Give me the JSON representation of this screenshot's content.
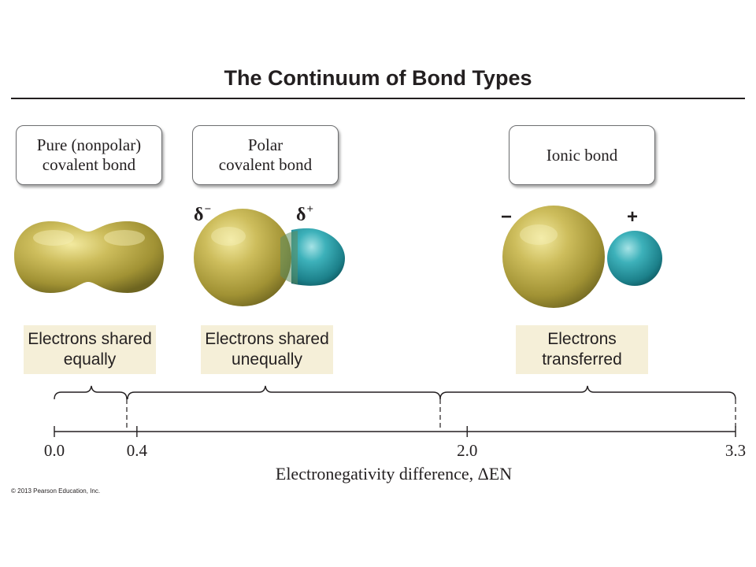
{
  "title": "The Continuum of Bond Types",
  "bond_types": [
    {
      "line1": "Pure (nonpolar)",
      "line2": "covalent bond"
    },
    {
      "line1": "Polar",
      "line2": "covalent bond"
    },
    {
      "line1": "Ionic bond"
    }
  ],
  "descriptions": [
    {
      "line1": "Electrons shared",
      "line2": "equally"
    },
    {
      "line1": "Electrons shared",
      "line2": "unequally"
    },
    {
      "line1": "Electrons",
      "line2": "transferred"
    }
  ],
  "charges": {
    "polar_negative": {
      "symbol": "δ",
      "sign": "−"
    },
    "polar_positive": {
      "symbol": "δ",
      "sign": "+"
    },
    "ionic_negative": "−",
    "ionic_positive": "+"
  },
  "scale": {
    "ticks": [
      "0.0",
      "0.4",
      "2.0",
      "3.3"
    ],
    "tick_values": [
      0.0,
      0.4,
      2.0,
      3.3
    ],
    "label": "Electronegativity difference, ΔEN"
  },
  "colors": {
    "gold": "#b9aa48",
    "teal": "#2aa0aa",
    "desc_bg": "#f5efd8"
  },
  "copyright": "© 2013 Pearson Education, Inc."
}
